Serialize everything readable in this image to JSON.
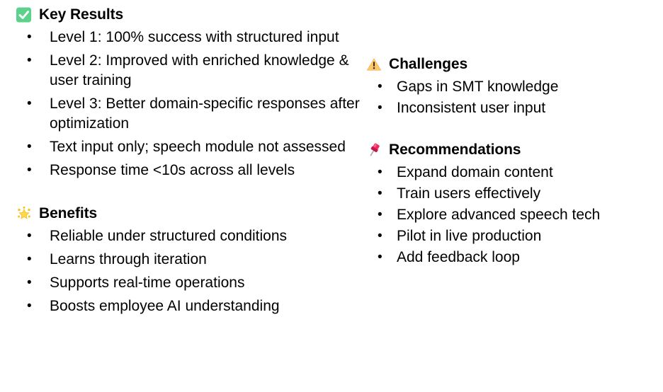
{
  "slide": {
    "background_color": "#ffffff",
    "text_color": "#000000"
  },
  "sections": {
    "key_results": {
      "heading": "Key Results",
      "icon": "check-mark-button-icon",
      "icon_colors": {
        "fill": "#5ad28a",
        "mark": "#ffffff"
      },
      "bullets": [
        "Level 1: 100% success with structured input",
        "Level 2: Improved with enriched knowledge & user training",
        "Level 3: Better domain-specific responses after optimization",
        "Text input only; speech module not assessed",
        "Response time <10s across all levels"
      ]
    },
    "benefits": {
      "heading": "Benefits",
      "icon": "sparkle-star-icon",
      "icon_colors": {
        "fill": "#f5c518",
        "highlight": "#ffd94a"
      },
      "bullets": [
        "Reliable under structured conditions",
        "Learns through iteration",
        "Supports real-time operations",
        "Boosts employee AI understanding"
      ]
    },
    "challenges": {
      "heading": "Challenges",
      "icon": "warning-triangle-icon",
      "icon_colors": {
        "fill": "#f7b955",
        "mark": "#3a2a10"
      },
      "bullets": [
        "Gaps in SMT knowledge",
        "Inconsistent user input"
      ]
    },
    "recommendations": {
      "heading": "Recommendations",
      "icon": "pushpin-icon",
      "icon_colors": {
        "head": "#ef2a64",
        "head_dark": "#c5174a",
        "needle": "#9aa0a6"
      },
      "bullets": [
        "Expand domain content",
        "Train users effectively",
        "Explore advanced speech tech",
        "Pilot in live production",
        "Add feedback loop"
      ]
    }
  }
}
